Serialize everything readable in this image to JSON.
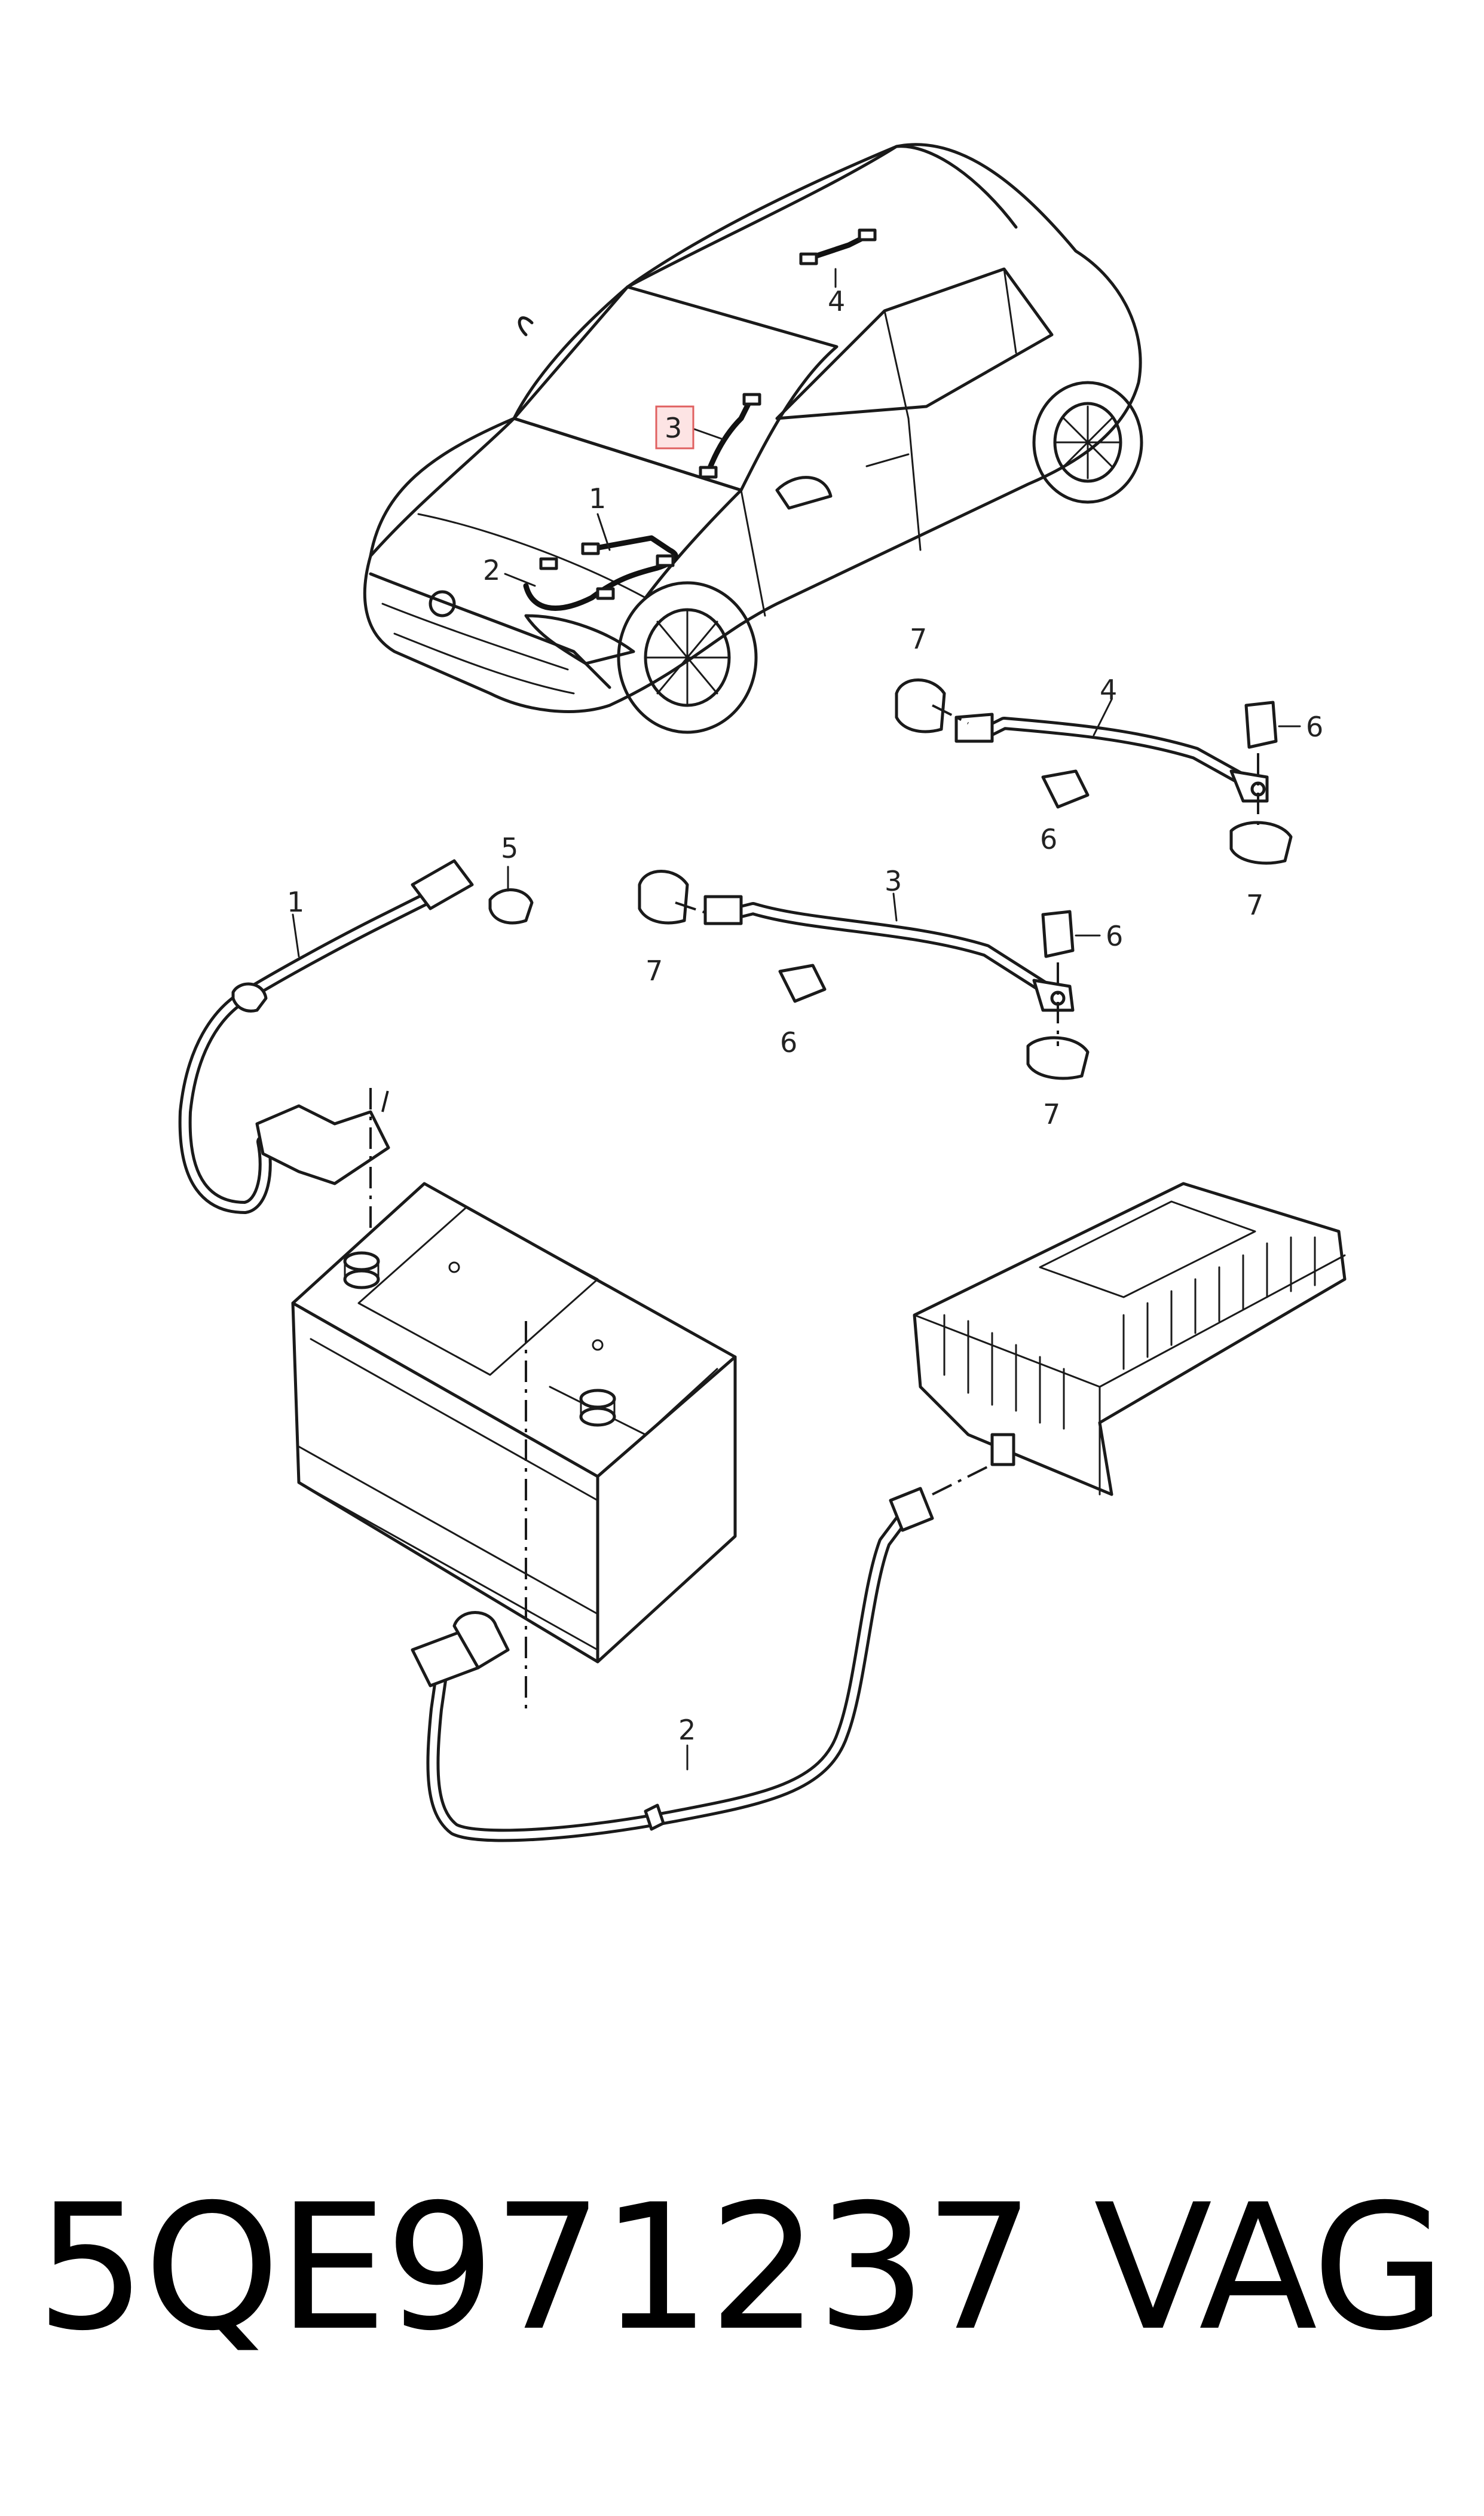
{
  "callouts": {
    "car_1": "1",
    "car_2": "2",
    "car_3": "3",
    "car_4": "4",
    "cable_1": "1",
    "cable_2": "2",
    "cable_3": "3",
    "cable_4": "4",
    "nut_5": "5",
    "bolt_6a": "6",
    "bolt_6b": "6",
    "bolt_6c": "6",
    "bolt_6d": "6",
    "bolt_7a": "7",
    "bolt_7b": "7",
    "bolt_7c": "7",
    "bolt_7d": "7"
  },
  "highlighted_callout": "3",
  "footer": {
    "part_number": "5QE971237",
    "brand": "VAG"
  }
}
